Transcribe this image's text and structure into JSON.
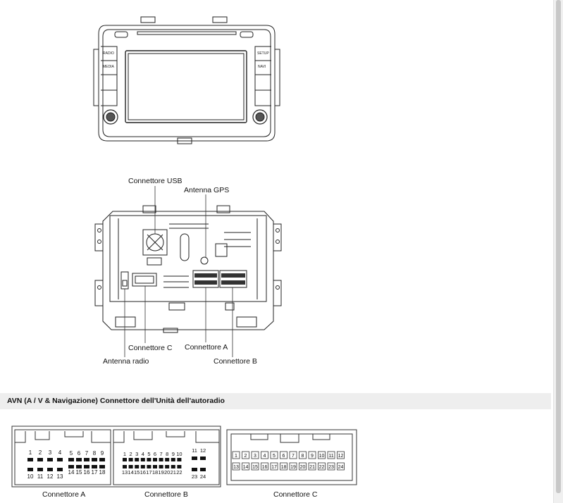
{
  "labels": {
    "usb": "Connettore USB",
    "gps": "Antenna GPS",
    "conn_c": "Connettore C",
    "conn_a": "Connettore A",
    "radio": "Antenna radio",
    "conn_b": "Connettore B"
  },
  "front_panel": {
    "btn_left_1": "RADIO",
    "btn_left_2": "MEDIA",
    "btn_right_1": "SETUP",
    "btn_right_2": "NAVI"
  },
  "section": {
    "title": "AVN (A / V & Navigazione) Connettore dell'Unità dell'autoradio"
  },
  "connector_a": {
    "caption": "Connettore A",
    "top_pins": [
      "1",
      "2",
      "3",
      "4"
    ],
    "top_pins_2": [
      "5",
      "6",
      "7",
      "8",
      "9"
    ],
    "bottom_pins": [
      "10",
      "11",
      "12",
      "13"
    ],
    "bottom_pins_2": [
      "14",
      "15",
      "16",
      "17",
      "18"
    ]
  },
  "connector_b": {
    "caption": "Connettore B",
    "top_pins": [
      "1",
      "2",
      "3",
      "4",
      "5",
      "6",
      "7",
      "8",
      "9",
      "10"
    ],
    "top_right": [
      "11",
      "12"
    ],
    "bottom_pins": [
      "13",
      "14",
      "15",
      "16",
      "17",
      "18",
      "19",
      "20",
      "21",
      "22"
    ],
    "bottom_right": [
      "23",
      "24"
    ]
  },
  "connector_c": {
    "caption": "Connettore C",
    "top_pins": [
      "1",
      "2",
      "3",
      "4",
      "5",
      "6",
      "7",
      "8",
      "9",
      "10",
      "11",
      "12"
    ],
    "bottom_pins": [
      "13",
      "14",
      "15",
      "16",
      "17",
      "18",
      "19",
      "20",
      "21",
      "22",
      "23",
      "24"
    ]
  }
}
